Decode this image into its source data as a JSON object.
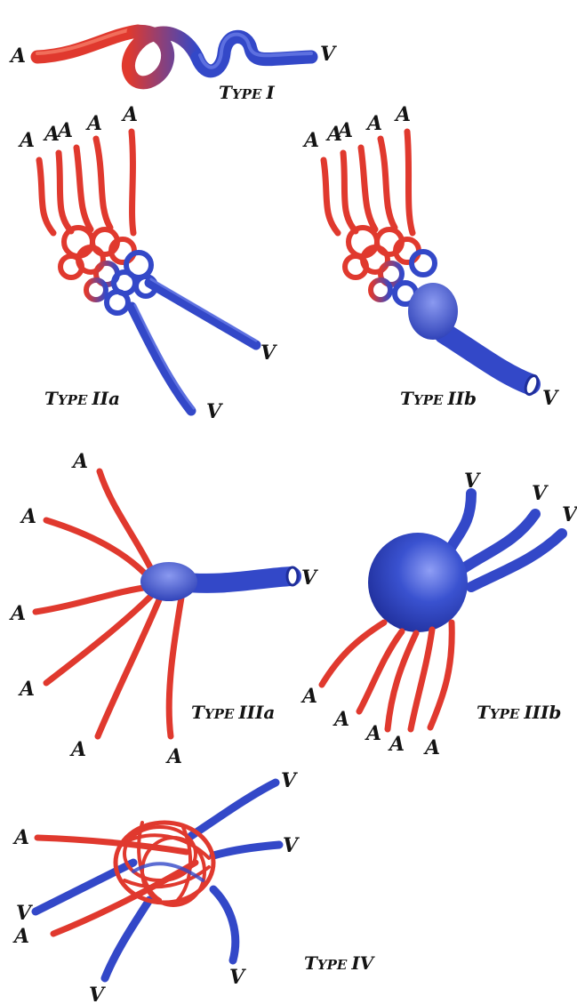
{
  "labels": {
    "artery": "A",
    "vein": "V"
  },
  "types": {
    "t1": {
      "prefix": "T",
      "small": "YPE",
      "numeral": "I"
    },
    "t2a": {
      "prefix": "T",
      "small": "YPE",
      "numeral": "IIa"
    },
    "t2b": {
      "prefix": "T",
      "small": "YPE",
      "numeral": "IIb"
    },
    "t3a": {
      "prefix": "T",
      "small": "YPE",
      "numeral": "IIIa"
    },
    "t3b": {
      "prefix": "T",
      "small": "YPE",
      "numeral": "IIIb"
    },
    "t4": {
      "prefix": "T",
      "small": "YPE",
      "numeral": "IV"
    }
  },
  "colors": {
    "artery": "#e0392e",
    "vein": "#3348c8",
    "text": "#141414",
    "background": "#ffffff"
  }
}
